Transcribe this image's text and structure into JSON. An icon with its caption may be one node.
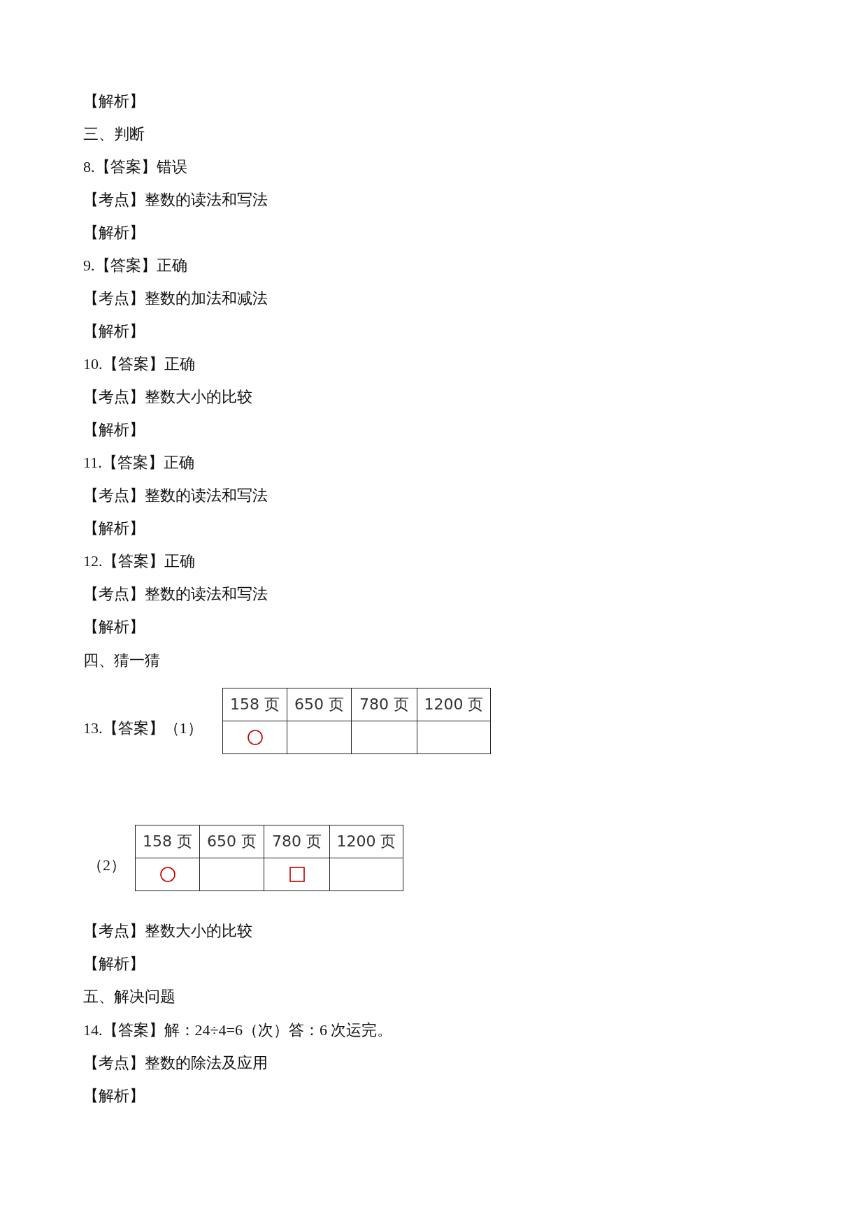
{
  "diagram": {
    "labels": [
      "【解析】",
      "三、判断",
      "8.【答案】错误",
      "【考点】整数的读法和写法",
      "【解析】",
      "9.【答案】正确",
      "【考点】整数的加法和减法",
      "【解析】",
      "10.【答案】正确",
      "【考点】整数大小的比较",
      "【解析】",
      "11.【答案】正确",
      "【考点】整数的读法和写法",
      "【解析】",
      "12.【答案】正确",
      "【考点】整数的读法和写法",
      "【解析】",
      "四、猜一猜",
      "13.【答案】（1）",
      "158 页",
      "650 页",
      "780 页",
      "1200 页",
      "（2）",
      "158 页",
      "650 页",
      "780 页",
      "1200 页",
      "【考点】整数大小的比较",
      "【解析】",
      "五、解决问题",
      "14.【答案】解：24÷4=6（次）答：6 次运完。",
      "【考点】整数的除法及应用",
      "【解析】"
    ]
  }
}
